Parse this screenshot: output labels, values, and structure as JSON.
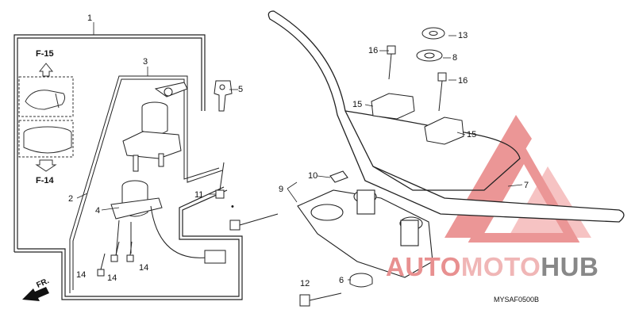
{
  "callouts": [
    "1",
    "2",
    "3",
    "4",
    "5",
    "6",
    "7",
    "8",
    "9",
    "10",
    "11",
    "12",
    "13",
    "14",
    "14",
    "14",
    "15",
    "15",
    "16",
    "16"
  ],
  "refs": [
    "F-15",
    "F-14"
  ],
  "front_label": "FR.",
  "diagram_code": "MYSAF0500B",
  "watermark": {
    "part1": "AUTO",
    "part2": "MOTO",
    "part3": "HUB"
  },
  "colors": {
    "watermark_red": "#e07070",
    "watermark_pink": "#f0b6b6",
    "watermark_gray": "#888888",
    "line": "#222222"
  }
}
